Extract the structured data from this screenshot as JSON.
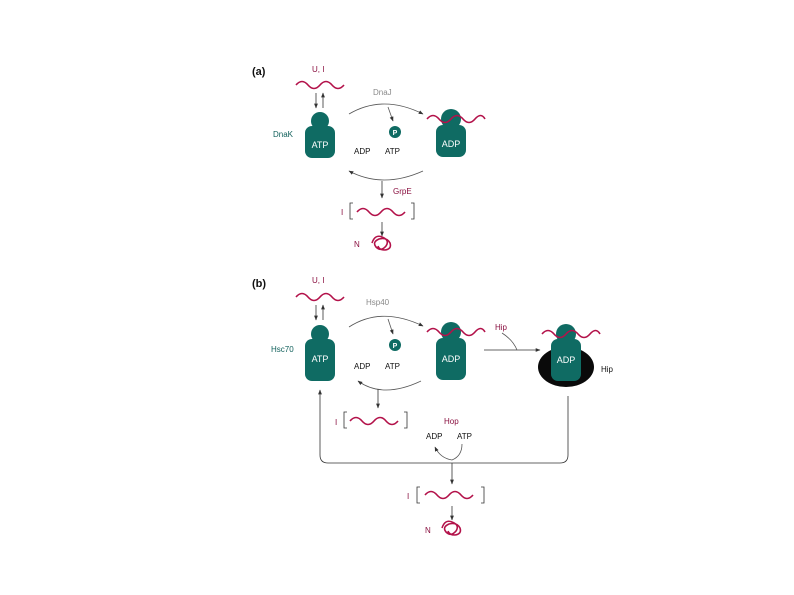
{
  "colors": {
    "chaperone": "#0f6b63",
    "substrate": "#b3124a",
    "hip": "#0a0a0a",
    "arrows": "#333333",
    "cofactor_label": "#8a8a8a"
  },
  "panel_a": {
    "label": "(a)",
    "unfolded_label": "U, I",
    "chaperone_label": "DnaK",
    "cochaperone_label": "DnaJ",
    "chaperone_atp": "ATP",
    "chaperone_adp": "ADP",
    "phosphate": "P",
    "cycle_adp": "ADP",
    "cycle_atp": "ATP",
    "nef_label": "GrpE",
    "intermediate_label": "I",
    "native_label": "N"
  },
  "panel_b": {
    "label": "(b)",
    "unfolded_label": "U, I",
    "chaperone_label": "Hsc70",
    "cochaperone_label": "Hsp40",
    "chaperone_atp": "ATP",
    "chaperone_adp": "ADP",
    "phosphate": "P",
    "cycle_adp": "ADP",
    "cycle_atp": "ATP",
    "intermediate_label": "I",
    "hip_arrow_label": "Hip",
    "hip_complex_adp": "ADP",
    "hip_side_label": "Hip",
    "hop_label": "Hop",
    "hop_adp": "ADP",
    "hop_atp": "ATP",
    "intermediate2_label": "I",
    "native_label": "N"
  }
}
